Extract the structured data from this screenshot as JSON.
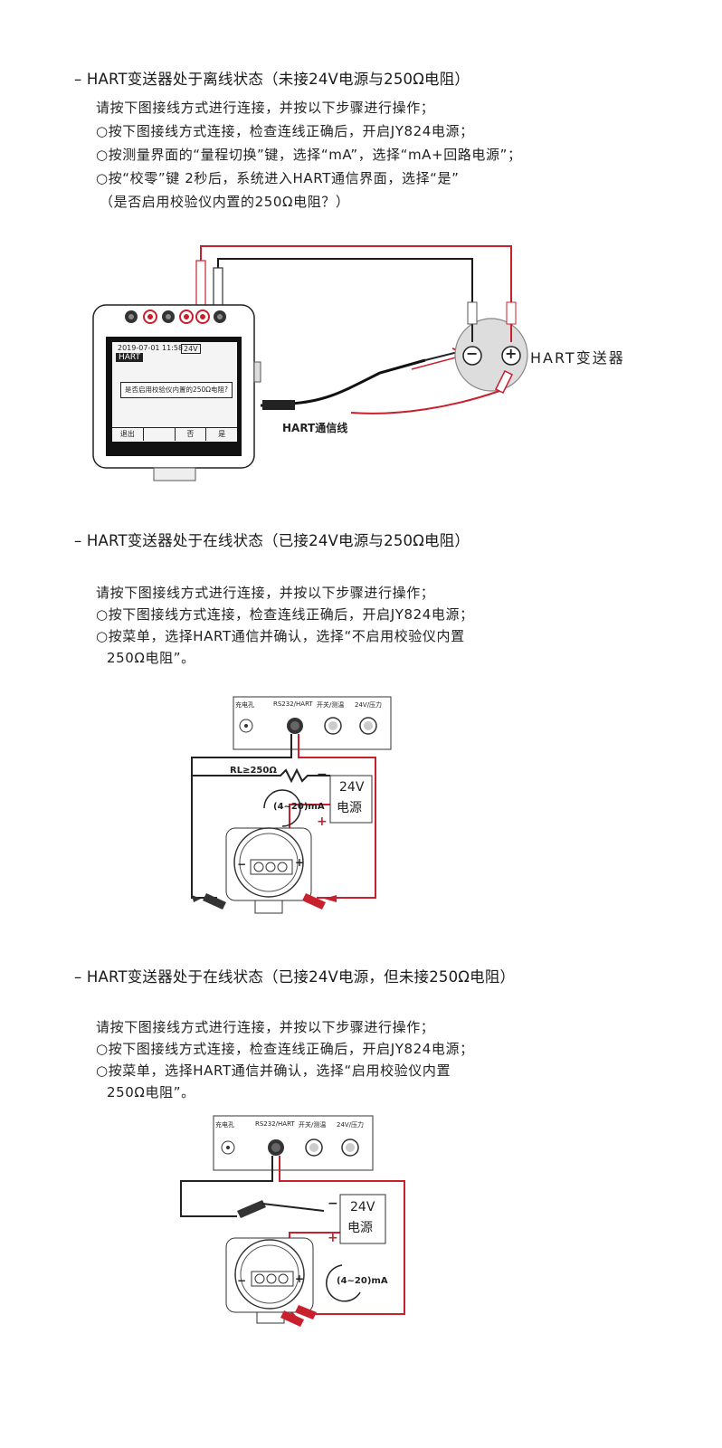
{
  "section1": {
    "title": "– HART变送器处于离线状态（未接24V电源与250Ω电阻）",
    "lines": [
      "请按下图接线方式进行连接，并按以下步骤进行操作；",
      "○按下图接线方式连接，检查连线正确后，开启JY824电源；",
      "○按测量界面的“量程切换”键，选择“mA”，选择“mA+回路电源”；",
      "○按“校零”键 2秒后，系统进入HART通信界面，选择“是”",
      "（是否启用校验仪内置的250Ω电阻？）"
    ],
    "screen": {
      "status": "2019-07-01 11:58",
      "battery_badge": "24V",
      "mode": "HART",
      "dialog": "是否启用校验仪内置的250Ω电阻?",
      "softkeys": [
        "退出",
        "",
        "否",
        "是"
      ]
    },
    "cable_label": "HART通信线",
    "device_label": "HART变送器",
    "minus": "−",
    "plus": "+"
  },
  "section2": {
    "title": "– HART变送器处于在线状态（已接24V电源与250Ω电阻）",
    "lines": [
      "请按下图接线方式进行连接，并按以下步骤进行操作；",
      "○按下图接线方式连接，检查连线正确后，开启JY824电源；",
      "○按菜单，选择HART通信并确认，选择“不启用校验仪内置",
      "250Ω电阻”。"
    ],
    "ports": [
      "充电孔",
      "RS232/HART",
      "开关/测温",
      "24V/压力"
    ],
    "resistor": "RL≥250Ω",
    "current": "(4~20)mA",
    "psu": [
      "24V",
      "电源"
    ],
    "minus": "−",
    "plus": "+"
  },
  "section3": {
    "title": "– HART变送器处于在线状态（已接24V电源，但未接250Ω电阻）",
    "lines": [
      "请按下图接线方式进行连接，并按以下步骤进行操作；",
      "○按下图接线方式连接，检查连线正确后，开启JY824电源；",
      "○按菜单，选择HART通信并确认，选择“启用校验仪内置",
      "250Ω电阻”。"
    ],
    "ports": [
      "充电孔",
      "RS232/HART",
      "开关/测温",
      "24V/压力"
    ],
    "current": "(4~20)mA",
    "psu": [
      "24V",
      "电源"
    ],
    "minus": "−",
    "plus": "+"
  }
}
